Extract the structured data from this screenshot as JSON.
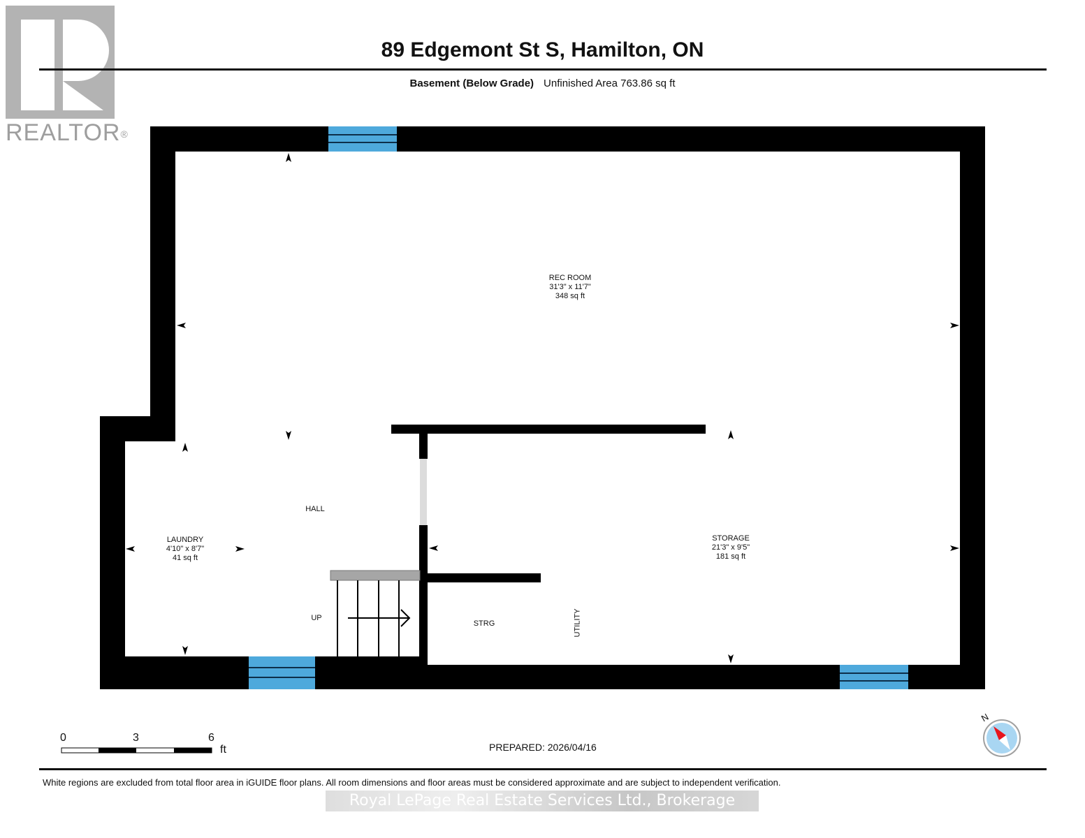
{
  "header": {
    "logo_text": "REALTOR",
    "logo_mark": "®",
    "title": "89 Edgemont St S, Hamilton, ON",
    "level_label": "Basement (Below Grade)",
    "area_label": "Unfinished Area 763.86 sq ft"
  },
  "rooms": {
    "rec_room": {
      "name": "REC ROOM",
      "dims": "31'3\" x 11'7\"",
      "area": "348 sq ft"
    },
    "laundry": {
      "name": "LAUNDRY",
      "dims": "4'10\" x 8'7\"",
      "area": "41 sq ft"
    },
    "storage": {
      "name": "STORAGE",
      "dims": "21'3\" x 9'5\"",
      "area": "181 sq ft"
    },
    "hall": {
      "name": "HALL"
    },
    "strg": {
      "name": "STRG"
    },
    "utility": {
      "name": "UTILITY"
    },
    "stairs": {
      "name": "UP"
    }
  },
  "scale_bar": {
    "ticks": [
      "0",
      "3",
      "6"
    ],
    "unit": "ft"
  },
  "compass": {
    "label": "N",
    "needle_color": "#e8141c",
    "ring_color": "#a9d6f2"
  },
  "footer": {
    "prepared": "PREPARED: 2026/04/16",
    "disclaimer": "White regions are excluded from total floor area in iGUIDE floor plans. All room dimensions and floor areas must be considered approximate and are subject to independent verification.",
    "watermark": "Royal LePage Real Estate Services Ltd., Brokerage"
  },
  "colors": {
    "wall": "#000000",
    "window": "#4ea9dc",
    "opening": "#dcdcdc",
    "stair_landing": "#a6a6a6",
    "logo_gray": "#b3b3b3"
  }
}
